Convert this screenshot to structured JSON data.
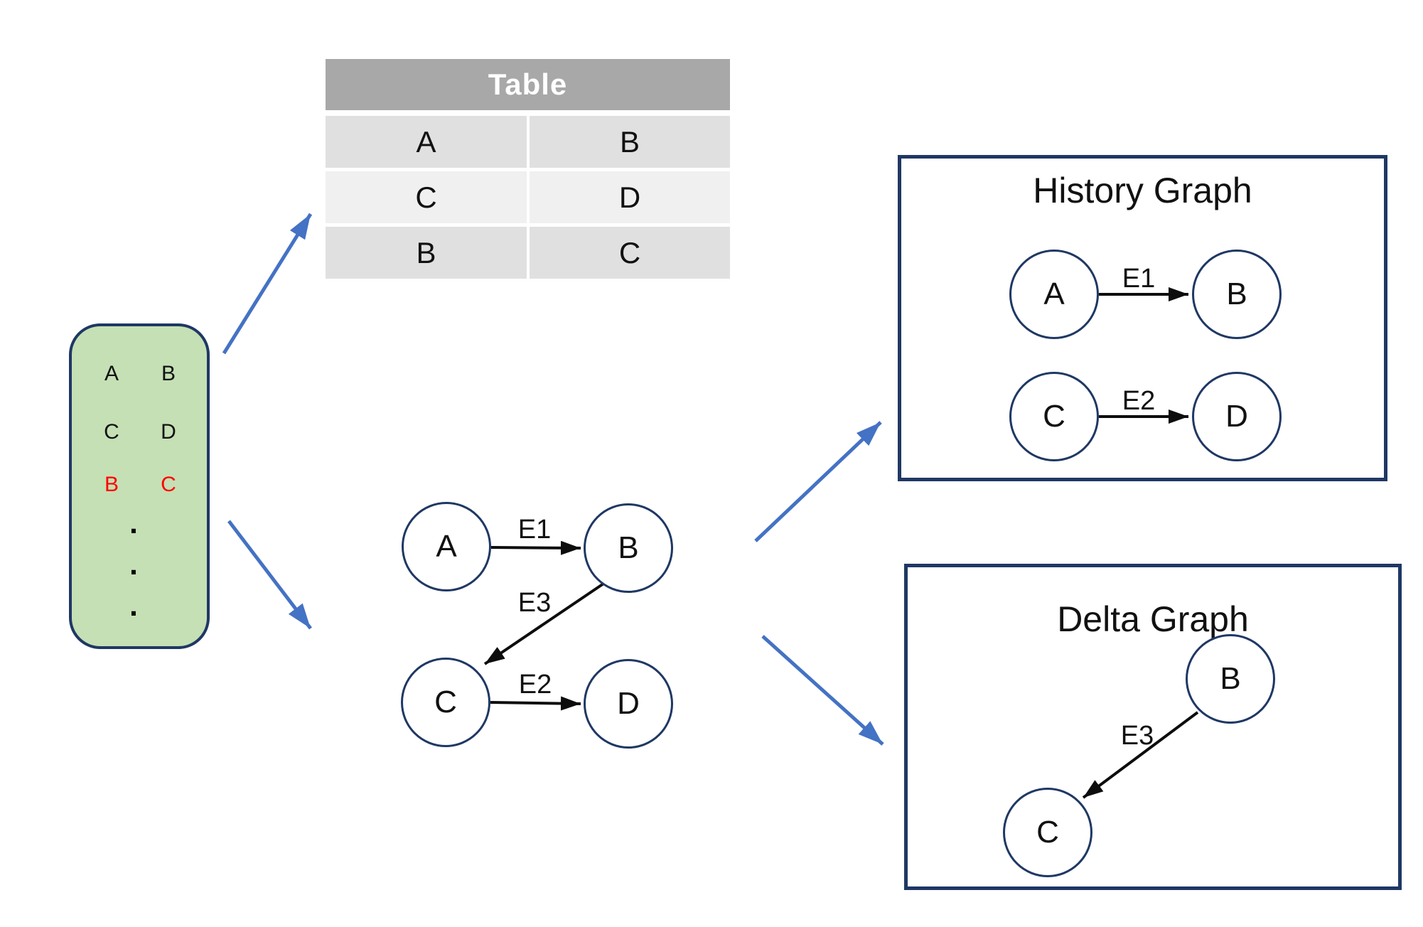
{
  "palette": {
    "navy": "#1f3864",
    "green_fill": "#c5e0b4",
    "blue_arrow": "#4472c4",
    "table_header_bg": "#a8a8a8",
    "table_row_dark": "#e0e0e0",
    "table_row_light": "#f0f0f0",
    "highlight_red": "#ff0000"
  },
  "source_list": {
    "rows": [
      {
        "left": "A",
        "right": "B"
      },
      {
        "left": "C",
        "right": "D"
      },
      {
        "left": "B",
        "right": "C"
      }
    ],
    "highlighted_row_index": 2,
    "dots": [
      ".",
      ".",
      "."
    ]
  },
  "table": {
    "title": "Table",
    "rows": [
      {
        "left": "A",
        "right": "B"
      },
      {
        "left": "C",
        "right": "D"
      },
      {
        "left": "B",
        "right": "C"
      }
    ]
  },
  "graph": {
    "nodes": [
      {
        "label": "A"
      },
      {
        "label": "B"
      },
      {
        "label": "C"
      },
      {
        "label": "D"
      }
    ],
    "edges": [
      {
        "label": "E1",
        "from": "A",
        "to": "B"
      },
      {
        "label": "E3",
        "from": "B",
        "to": "C"
      },
      {
        "label": "E2",
        "from": "C",
        "to": "D"
      }
    ]
  },
  "history_graph": {
    "title": "History Graph",
    "nodes": [
      {
        "label": "A"
      },
      {
        "label": "B"
      },
      {
        "label": "C"
      },
      {
        "label": "D"
      }
    ],
    "edges": [
      {
        "label": "E1",
        "from": "A",
        "to": "B"
      },
      {
        "label": "E2",
        "from": "C",
        "to": "D"
      }
    ]
  },
  "delta_graph": {
    "title": "Delta Graph",
    "nodes": [
      {
        "label": "B"
      },
      {
        "label": "C"
      }
    ],
    "edges": [
      {
        "label": "E3",
        "from": "B",
        "to": "C"
      }
    ]
  }
}
